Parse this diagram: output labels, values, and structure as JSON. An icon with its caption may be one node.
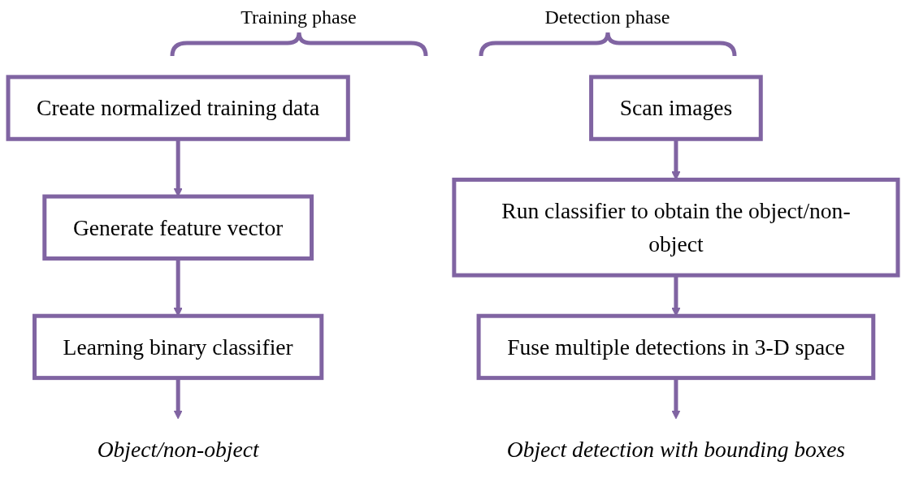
{
  "diagram": {
    "nodes": [
      {
        "text": [
          "Create normalized training data"
        ]
      },
      {
        "text": [
          "Generate feature vector"
        ]
      },
      {
        "text": [
          "Learning binary classifier"
        ]
      },
      {
        "text": [
          "Object/non-object"
        ]
      },
      {
        "text": [
          "Scan images"
        ]
      },
      {
        "text": [
          "Run classifier to obtain the object/non-object"
        ]
      },
      {
        "text": [
          "Fuse multiple detections in 3-D space"
        ]
      },
      {
        "text": [
          "Object detection with bounding boxes"
        ]
      }
    ],
    "edges": [
      {
        "from": 0,
        "to": 1,
        "arrow": "to"
      },
      {
        "from": 1,
        "to": 2,
        "arrow": "to"
      },
      {
        "from": 2,
        "to": 3,
        "arrow": "to"
      },
      {
        "from": 4,
        "to": 5,
        "arrow": "to"
      },
      {
        "from": 5,
        "to": 6,
        "arrow": "to"
      },
      {
        "from": 6,
        "to": 7,
        "arrow": "to"
      }
    ],
    "labels": [
      "Training phase",
      "Detection phase"
    ]
  }
}
